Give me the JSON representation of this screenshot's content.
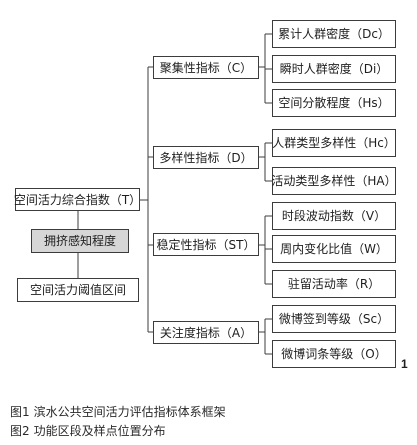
{
  "diagram": {
    "root": "空间活力综合指数（T）",
    "side_boxes": [
      "拥挤感知程度",
      "空间活力阈值区间"
    ],
    "groups": [
      {
        "label": "聚集性指标（C）",
        "items": [
          "累计人群密度（Dc）",
          "瞬时人群密度（Di）",
          "空间分散程度（Hs）"
        ]
      },
      {
        "label": "多样性指标（D）",
        "items": [
          "人群类型多样性（Hc）",
          "活动类型多样性（HA）"
        ]
      },
      {
        "label": "稳定性指标（ST）",
        "items": [
          "时段波动指数（V）",
          "周内变化比值（W）",
          "驻留活动率（R）"
        ]
      },
      {
        "label": "关注度指标（A）",
        "items": [
          "微博签到等级（Sc）",
          "微博词条等级（O）"
        ]
      }
    ]
  },
  "page_number": "1",
  "captions": [
    {
      "num": "图1",
      "text": "滨水公共空间活力评估指标体系框架"
    },
    {
      "num": "图2",
      "text": "功能区段及样点位置分布"
    }
  ]
}
